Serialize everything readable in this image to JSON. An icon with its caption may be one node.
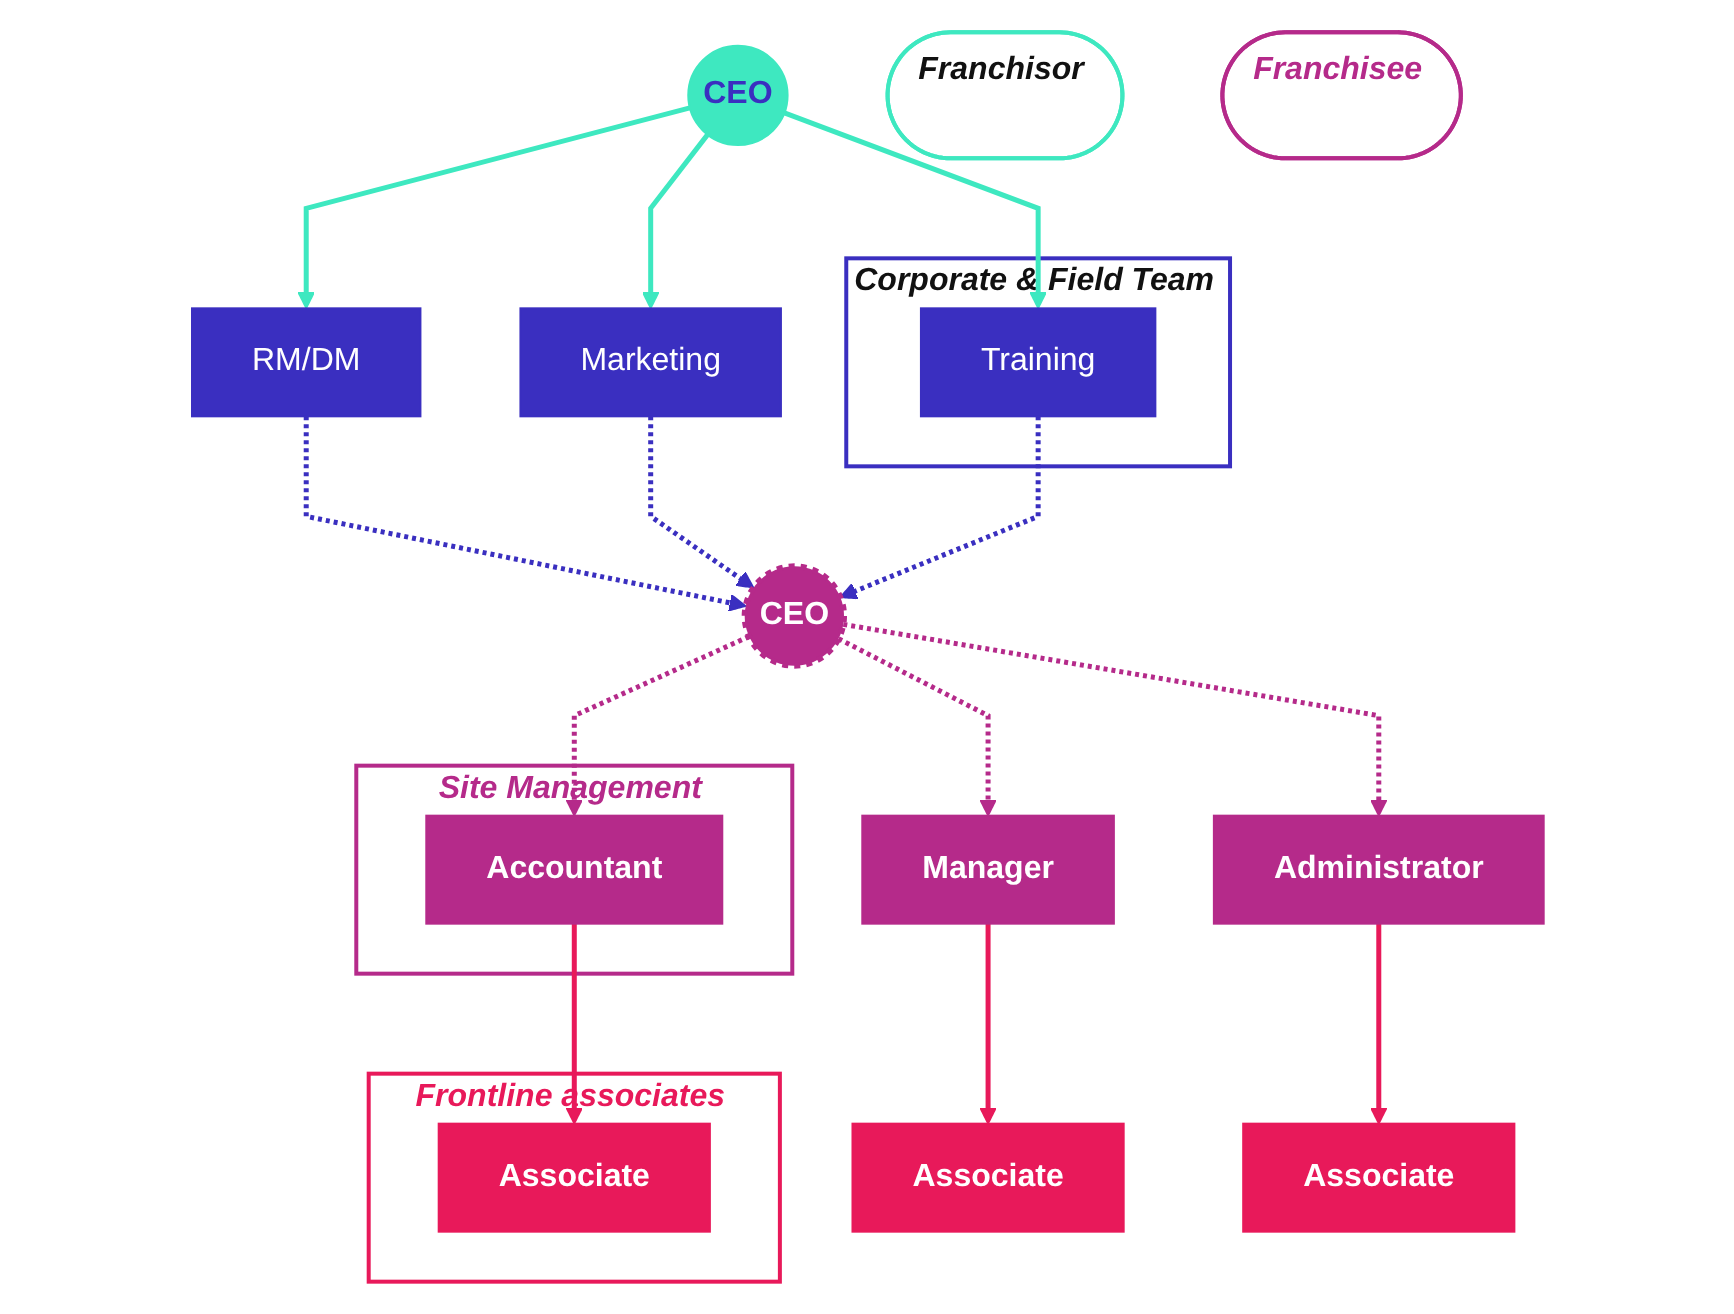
{
  "diagram": {
    "nodes": [
      {
        "text": [
          "Franchisor"
        ]
      },
      {
        "text": [
          "CEO"
        ]
      },
      {
        "text": [
          "RM/DM"
        ]
      },
      {
        "text": [
          "Marketing"
        ]
      },
      {
        "text": [
          "Corporate & Field Team"
        ]
      },
      {
        "text": [
          "Training"
        ],
        "in": 4
      },
      {
        "text": [
          "Franchisee"
        ]
      },
      {
        "text": [
          "CEO"
        ]
      },
      {
        "text": [
          "Manager"
        ]
      },
      {
        "text": [
          "Administrator"
        ]
      },
      {
        "text": [
          "Site Management"
        ]
      },
      {
        "text": [
          "Accountant"
        ],
        "in": 10
      },
      {
        "text": [
          "Associate"
        ]
      },
      {
        "text": [
          "Associate"
        ]
      },
      {
        "text": [
          "Frontline associates"
        ]
      },
      {
        "text": [
          "Associate"
        ],
        "in": 14
      }
    ],
    "edges": [
      {
        "from": 1,
        "to": 2,
        "arrow": "to",
        "color": "#3ee8c0"
      },
      {
        "from": 1,
        "to": 3,
        "arrow": "to",
        "color": "#3ee8c0"
      },
      {
        "from": 1,
        "to": 5,
        "arrow": "to",
        "color": "#3ee8c0"
      },
      {
        "from": 2,
        "to": 7,
        "arrow": "to",
        "style": "dashed",
        "color": "#3a2fc0"
      },
      {
        "from": 3,
        "to": 7,
        "arrow": "to",
        "style": "dashed",
        "color": "#3a2fc0"
      },
      {
        "from": 5,
        "to": 7,
        "arrow": "to",
        "style": "dashed",
        "color": "#3a2fc0"
      },
      {
        "from": 7,
        "to": 8,
        "arrow": "to",
        "style": "dashed",
        "color": "#b52a8a"
      },
      {
        "from": 7,
        "to": 9,
        "arrow": "to",
        "style": "dashed",
        "color": "#b52a8a"
      },
      {
        "from": 7,
        "to": 11,
        "arrow": "to",
        "style": "dashed",
        "color": "#b52a8a"
      },
      {
        "from": 8,
        "to": 12,
        "arrow": "to",
        "color": "#e8195a"
      },
      {
        "from": 9,
        "to": 13,
        "arrow": "to",
        "color": "#e8195a"
      },
      {
        "from": 11,
        "to": 15,
        "arrow": "to",
        "color": "#e8195a"
      }
    ]
  }
}
